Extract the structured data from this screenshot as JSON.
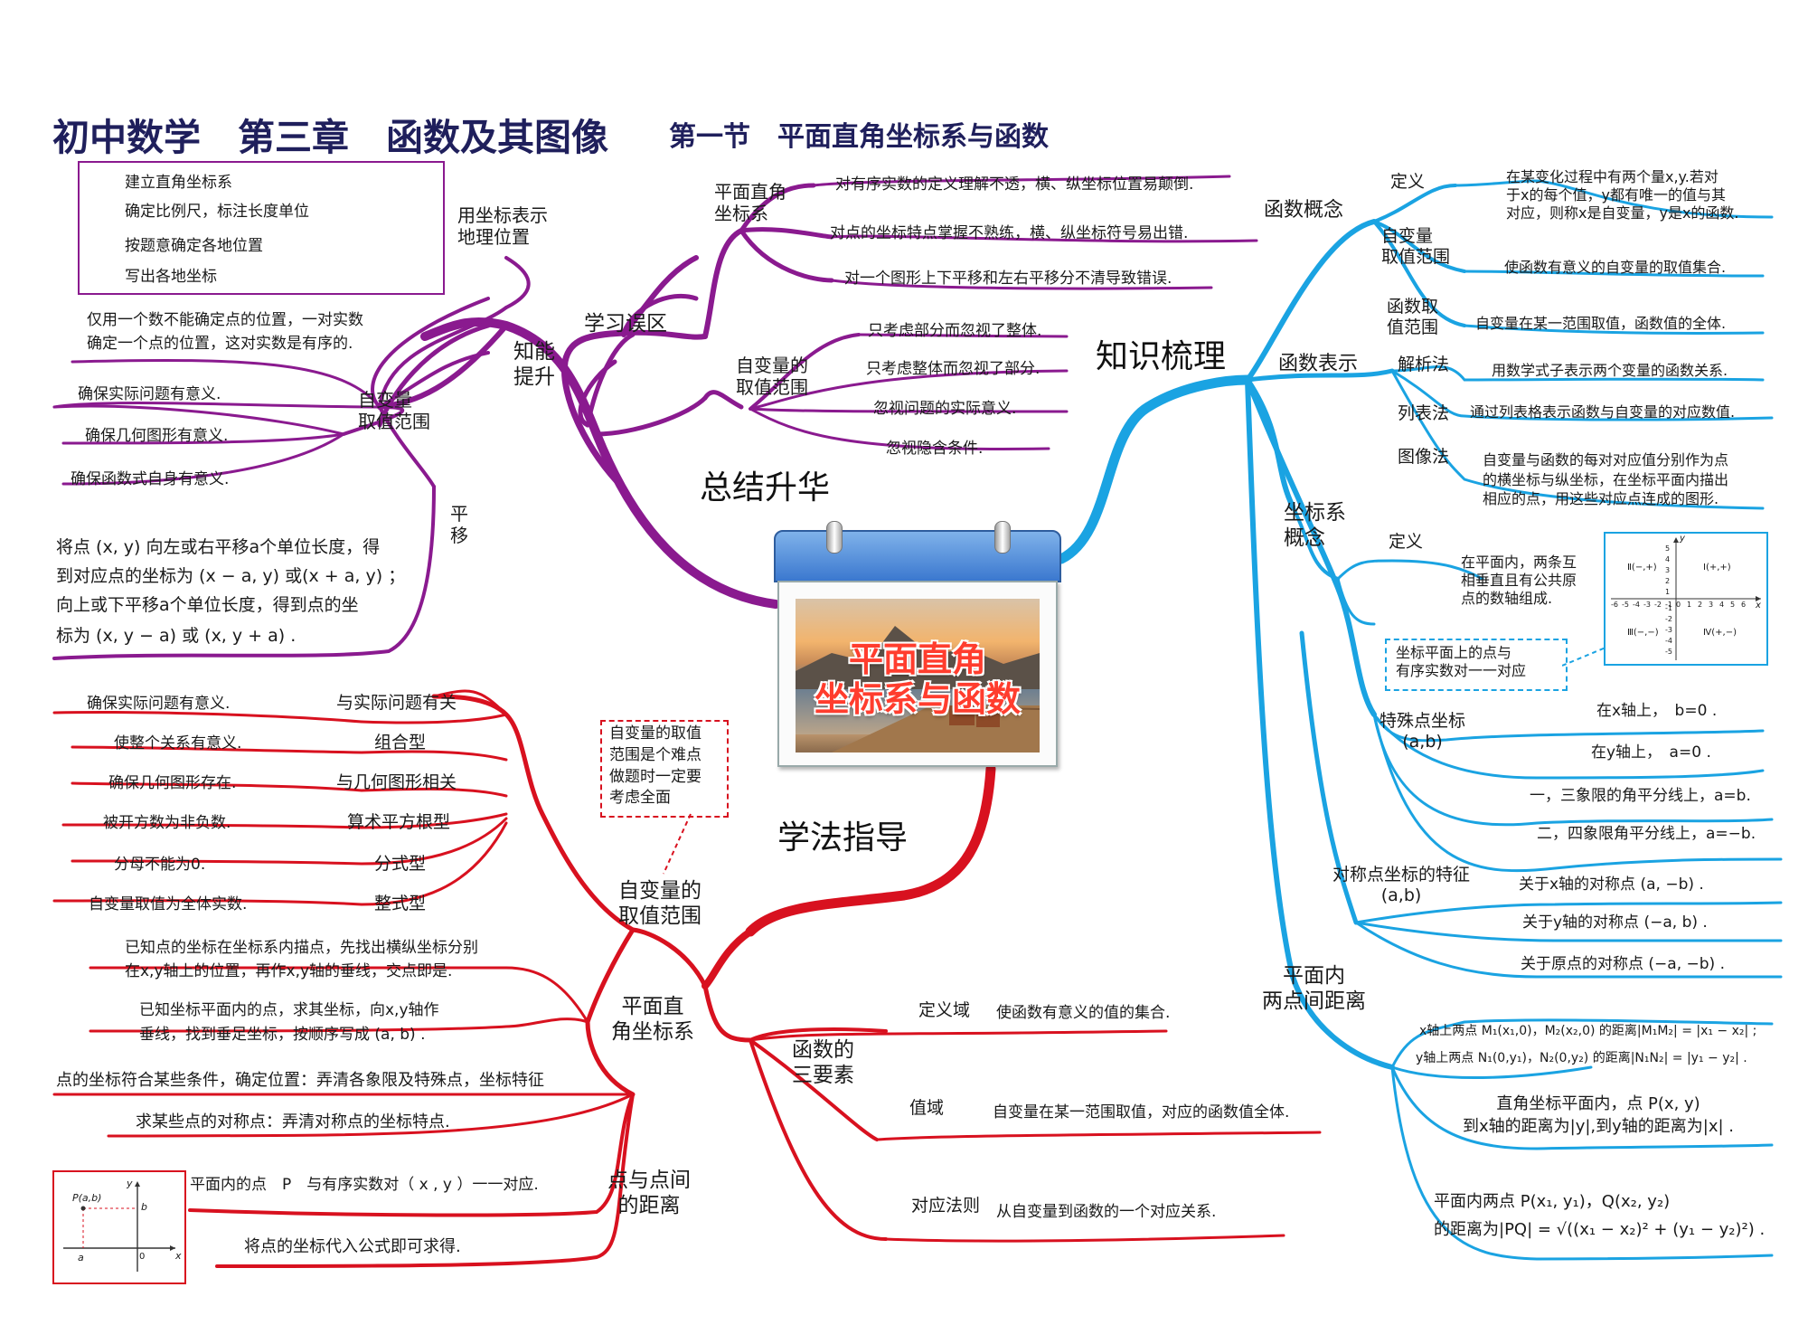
{
  "header": {
    "main_title": "初中数学　第三章　函数及其图像",
    "sub_title": "第一节　平面直角坐标系与函数"
  },
  "center": {
    "title_line1": "平面直角",
    "title_line2": "坐标系与函数"
  },
  "colors": {
    "purple": "#8a1a8f",
    "blue": "#1aa3e2",
    "red": "#d8111f",
    "title": "#1f1f5c"
  },
  "summary": {
    "title": "总结升华",
    "pitfalls": {
      "label": "学习误区",
      "coord": {
        "label": "平面直角\n坐标系",
        "items": [
          "对有序实数的定义理解不透，横、纵坐标位置易颠倒.",
          "对点的坐标特点掌握不熟练，横、纵坐标符号易出错.",
          "对一个图形上下平移和左右平移分不清导致错误."
        ]
      },
      "domain": {
        "label": "自变量的\n取值范围",
        "items": [
          "只考虑部分而忽视了整体.",
          "只考虑整体而忽视了部分.",
          "忽视问题的实际意义.",
          "忽视隐含条件."
        ]
      }
    },
    "ability": {
      "label": "知能\n提升",
      "geo": {
        "label": "用坐标表示\n地理位置",
        "items": [
          "建立直角坐标系",
          "确定比例尺，标注长度单位",
          "按题意确定各地位置",
          "写出各地坐标"
        ]
      },
      "ordered_pair": "仅用一个数不能确定点的位置，一对实数\n确定一个点的位置，这对实数是有序的.",
      "domain": {
        "label": "自变量\n取值范围",
        "items": [
          "确保实际问题有意义.",
          "确保几何图形有意义.",
          "确保函数式自身有意义."
        ]
      },
      "translation": {
        "label": "平\n移",
        "lines": [
          "将点 (x, y) 向左或右平移a个单位长度，得",
          "到对应点的坐标为 (x − a, y) 或(x + a, y) ；",
          "向上或下平移a个单位长度，得到点的坐",
          "标为 (x, y − a) 或 (x, y + a) ."
        ]
      }
    }
  },
  "knowledge": {
    "title": "知识梳理",
    "concept": {
      "label": "函数概念",
      "definition_label": "定义",
      "definition_text": "在某变化过程中有两个量x,y.若对\n于x的每个值，y都有唯一的值与其\n对应，则称x是自变量，y是x的函数.",
      "domain_label": "自变量\n取值范围",
      "domain_text": "使函数有意义的自变量的取值集合.",
      "range_label": "函数取\n值范围",
      "range_text": "自变量在某一范围取值，函数值的全体."
    },
    "representation": {
      "label": "函数表示",
      "analytic_label": "解析法",
      "analytic_text": "用数学式子表示两个变量的函数关系.",
      "table_label": "列表法",
      "table_text": "通过列表格表示函数与自变量的对应数值.",
      "graph_label": "图像法",
      "graph_text": "自变量与函数的每对对应值分别作为点\n的横坐标与纵坐标，在坐标平面内描出\n相应的点，用这些对应点连成的图形."
    },
    "coordinate": {
      "label": "坐标系\n概念",
      "definition_label": "定义",
      "definition_text": "在平面内，两条互\n相垂直且有公共原\n点的数轴组成.",
      "note": "坐标平面上的点与\n有序实数对一一对应",
      "quadrants": [
        "Ⅱ(−,+)",
        "Ⅰ(+,+)",
        "Ⅲ(−,−)",
        "Ⅳ(+,−)"
      ],
      "x_ticks": [
        "-6",
        "-5",
        "-4",
        "-3",
        "-2",
        "-1",
        "0",
        "1",
        "2",
        "3",
        "4",
        "5",
        "6"
      ],
      "y_ticks": [
        "5",
        "4",
        "3",
        "2",
        "1",
        "-1",
        "-2",
        "-3",
        "-4",
        "-5"
      ],
      "axis_x": "x",
      "axis_y": "y"
    },
    "special": {
      "label": "特殊点坐标\n(a,b)",
      "items": [
        "在x轴上，　b=0 .",
        "在y轴上，　a=0 .",
        "一，三象限的角平分线上，a=b.",
        "二，四象限角平分线上，a=−b."
      ]
    },
    "symmetric": {
      "label": "对称点坐标的特征\n(a,b)",
      "items": [
        "关于x轴的对称点 (a, −b) .",
        "关于y轴的对称点 (−a, b) .",
        "关于原点的对称点 (−a, −b) ."
      ]
    },
    "distance": {
      "label": "平面内\n两点间距离",
      "x_axis": "x轴上两点 M₁(x₁,0)，M₂(x₂,0) 的距离|M₁M₂| = |x₁ − x₂| ;",
      "y_axis": "y轴上两点 N₁(0,y₁)，N₂(0,y₂) 的距离|N₁N₂| = |y₁ − y₂| .",
      "to_axes": "直角坐标平面内，点 P(x, y)\n到x轴的距离为|y|,到y轴的距离为|x| .",
      "two_points": "平面内两点 P(x₁, y₁)，Q(x₂, y₂)\n的距离为|PQ| = √((x₁ − x₂)² + (y₁ − y₂)²) ."
    }
  },
  "method": {
    "title": "学法指导",
    "callout": "自变量的取值\n范围是个难点\n做题时一定要\n考虑全面",
    "domain": {
      "label": "自变量的\n取值范围",
      "rows": [
        {
          "left": "确保实际问题有意义.",
          "right": "与实际问题有关"
        },
        {
          "left": "使整个关系有意义.",
          "right": "组合型"
        },
        {
          "left": "确保几何图形存在.",
          "right": "与几何图形相关"
        },
        {
          "left": "被开方数为非负数.",
          "right": "算术平方根型"
        },
        {
          "left": "分母不能为0.",
          "right": "分式型"
        },
        {
          "left": "自变量取值为全体实数.",
          "right": "整式型"
        }
      ]
    },
    "plane": {
      "label": "平面直\n角坐标系",
      "items": [
        "已知点的坐标在坐标系内描点，先找出横纵坐标分别\n在x,y轴上的位置，再作x,y轴的垂线，交点即是.",
        "已知坐标平面内的点，求其坐标，向x,y轴作\n垂线，找到垂足坐标，按顺序写成 (a, b) .",
        "点的坐标符合某些条件，确定位置：弄清各象限及特殊点，坐标特征",
        "求某些点的对称点：弄清对称点的坐标特点."
      ]
    },
    "point_distance": {
      "label": "点与点间\n的距离",
      "items": [
        "平面内的点　P　与有序实数对（ x , y ）一一对应.",
        "将点的坐标代入公式即可求得."
      ],
      "mini_graph": {
        "point": "P(a,b)",
        "a": "a",
        "b": "b",
        "o": "0",
        "x": "x",
        "y": "y"
      }
    },
    "three_elements": {
      "label": "函数的\n三要素",
      "rows": [
        {
          "label": "定义域",
          "text": "使函数有意义的值的集合."
        },
        {
          "label": "值域",
          "text": "自变量在某一范围取值，对应的函数值全体."
        },
        {
          "label": "对应法则",
          "text": "从自变量到函数的一个对应关系."
        }
      ]
    }
  }
}
